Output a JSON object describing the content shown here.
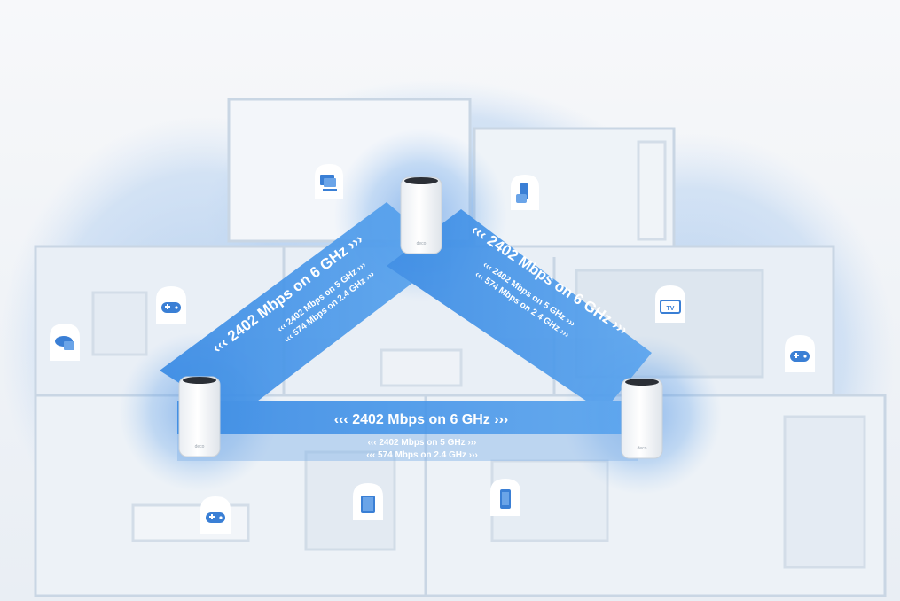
{
  "colors": {
    "background": "#f2f4f7",
    "coverage": "#a9c8ee",
    "beam": "#4f9be8",
    "beam_dark": "#2f7fdc",
    "house_line": "#c9d6e4",
    "node_body": "#ffffff",
    "node_top": "#2b2f36"
  },
  "links": [
    {
      "id": "link-top-right",
      "primary": "‹‹‹ 2402 Mbps on 6 GHz ›››",
      "secondary": [
        "‹‹‹ 2402 Mbps on 5 GHz ›››",
        "‹‹‹ 574 Mbps on 2.4 GHz ›››"
      ]
    },
    {
      "id": "link-left-top",
      "primary": "‹‹‹ 2402 Mbps on 6 GHz ›››",
      "secondary": [
        "‹‹‹ 2402 Mbps on 5 GHz ›››",
        "‹‹‹ 574 Mbps on 2.4 GHz ›››"
      ]
    },
    {
      "id": "link-left-right",
      "primary": "‹‹‹ 2402 Mbps on 6 GHz ›››",
      "secondary": [
        "‹‹‹ 2402 Mbps on 5 GHz ›››",
        "‹‹‹ 574 Mbps on 2.4 GHz ›››"
      ]
    }
  ],
  "nodes": [
    {
      "id": "node-top",
      "brand": "deco"
    },
    {
      "id": "node-left",
      "brand": "deco"
    },
    {
      "id": "node-right",
      "brand": "deco"
    }
  ],
  "devices": [
    {
      "id": "pc-icon",
      "icon": "computer-icon"
    },
    {
      "id": "tablet-top-icon",
      "icon": "tablet-icon"
    },
    {
      "id": "game-upper-left-icon",
      "icon": "gamepad-icon"
    },
    {
      "id": "cloud-icon",
      "icon": "cloud-storage-icon"
    },
    {
      "id": "tv-icon",
      "icon": "tv-icon",
      "label": "TV"
    },
    {
      "id": "game-right-icon",
      "icon": "gamepad-icon"
    },
    {
      "id": "game-lower-left-icon",
      "icon": "gamepad-icon"
    },
    {
      "id": "tablet-lower-icon",
      "icon": "tablet-icon"
    },
    {
      "id": "phone-icon",
      "icon": "phone-icon"
    }
  ]
}
